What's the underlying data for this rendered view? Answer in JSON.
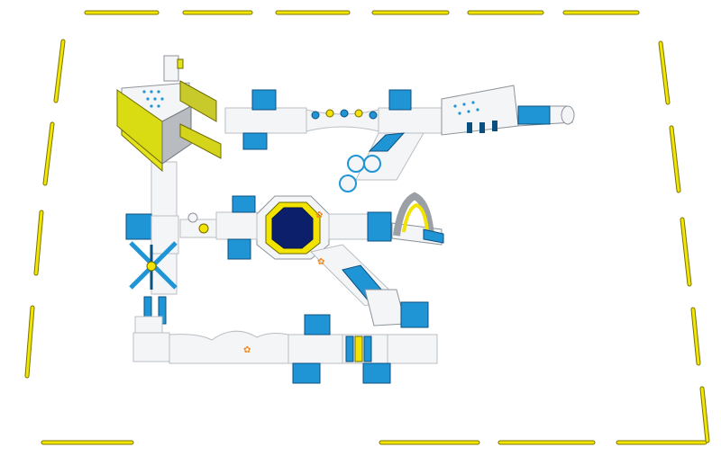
{
  "scene": {
    "background": "#ffffff",
    "colors": {
      "boundary_yellow": "#f2e600",
      "boundary_edge": "#7a7400",
      "float_blue": "#1f95d6",
      "float_blue_dark": "#0b4f7f",
      "float_white": "#f4f5f7",
      "float_grey": "#9aa0a6",
      "trampoline_navy": "#0b1f6b",
      "accent_yellow": "#f3e300",
      "logo_orange": "#f08a1c"
    },
    "boundary": {
      "style": "dashed yellow floating barrier"
    },
    "modules": [
      {
        "id": "tower",
        "icon": "climbing-tower-icon"
      },
      {
        "id": "top-walkway",
        "icon": "walkway-icon"
      },
      {
        "id": "slide-ramp",
        "icon": "slide-icon"
      },
      {
        "id": "trampoline",
        "icon": "trampoline-icon"
      },
      {
        "id": "swing-frame",
        "icon": "swing-icon"
      },
      {
        "id": "x-climber",
        "icon": "climber-icon"
      },
      {
        "id": "bottom-walkway",
        "icon": "wave-walkway-icon"
      },
      {
        "id": "diagonal-walkway",
        "icon": "walkway-icon"
      }
    ]
  }
}
